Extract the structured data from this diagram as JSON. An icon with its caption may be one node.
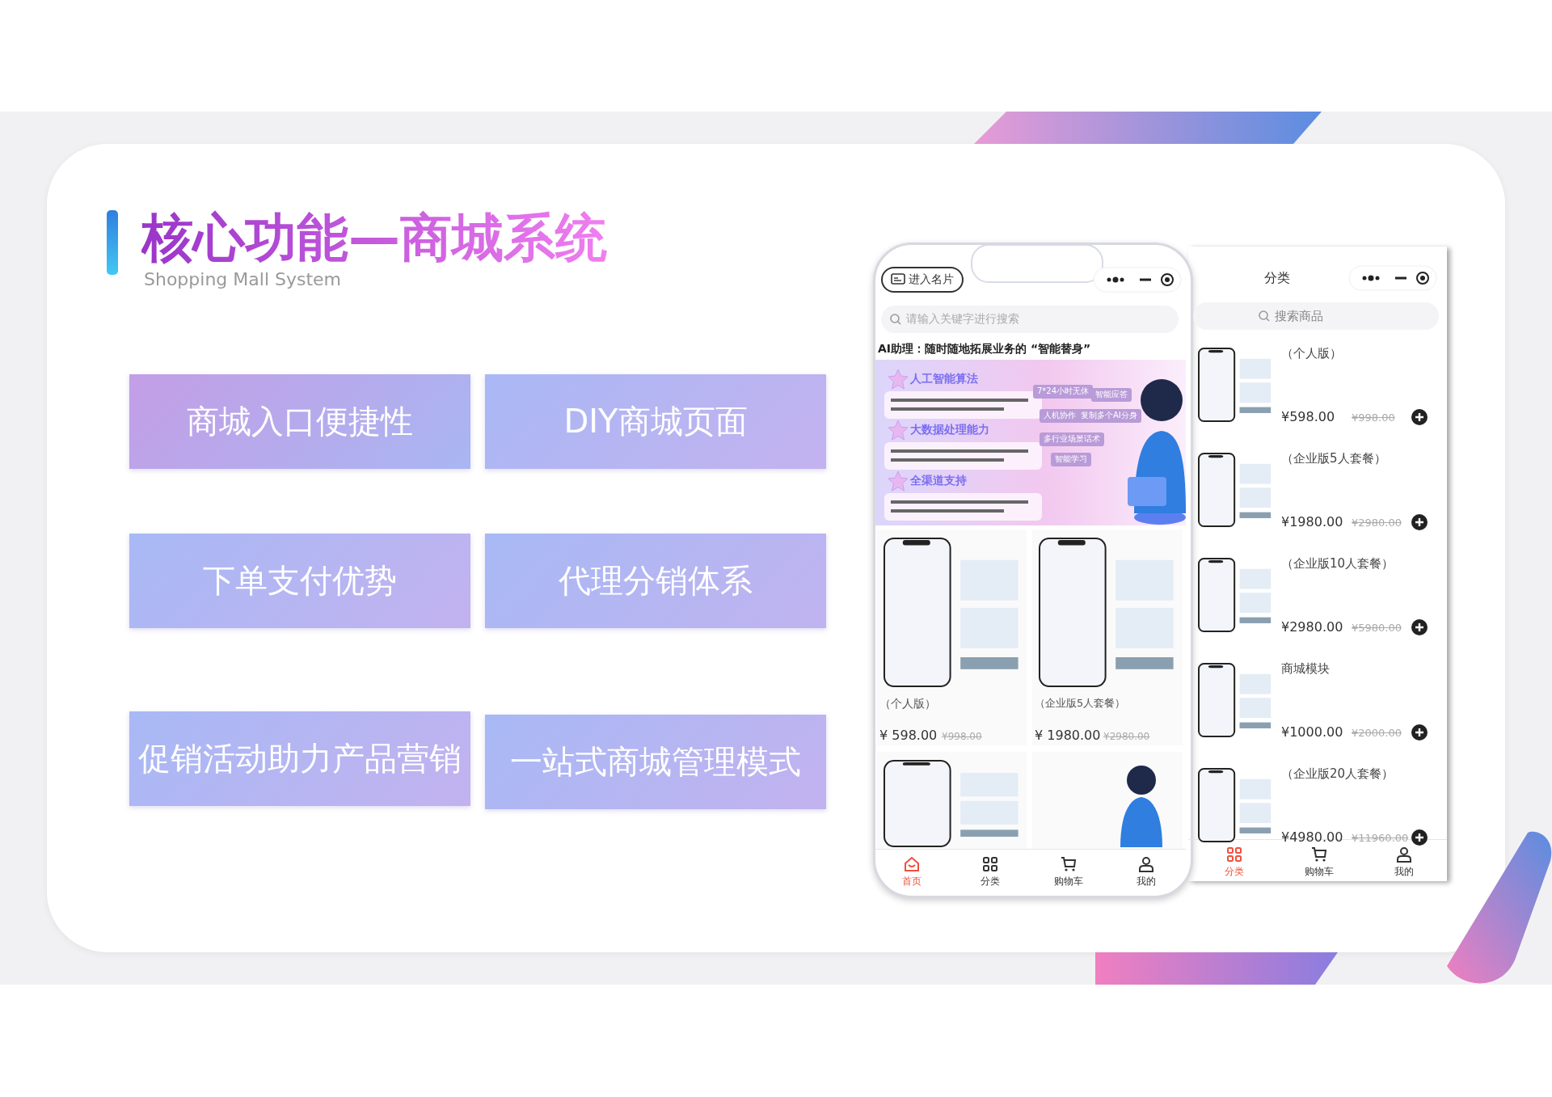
{
  "diagram": {
    "title": "核心功能—商城系统",
    "nodes": [
      {
        "text": [
          "商城入口便捷性"
        ]
      },
      {
        "text": [
          "DIY商城页面"
        ]
      },
      {
        "text": [
          "下单支付优势"
        ]
      },
      {
        "text": [
          "代理分销体系"
        ]
      },
      {
        "text": [
          "促销活动助力产品营销"
        ]
      },
      {
        "text": [
          "一站式商城管理模式"
        ]
      }
    ],
    "labels": [
      "Shopping Mall System",
      "进入名片",
      "请输入关键字进行搜索",
      "AI助理：随时随地拓展业务的 “智能替身”",
      "人工智能算法",
      "大数据处理能力",
      "全渠道支持",
      "7*24小时无休",
      "智能应答",
      "人机协作",
      "复制多个AI分身",
      "多行业场景话术",
      "智能学习",
      "（个人版）",
      "¥ 598.00",
      "¥998.00",
      "（企业版5人套餐）",
      "¥ 1980.00",
      "¥2980.00",
      "首页",
      "分类",
      "购物车",
      "我的",
      "分类",
      "搜索商品",
      "（个人版）",
      "¥598.00",
      "¥998.00",
      "（企业版5人套餐）",
      "¥1980.00",
      "¥2980.00",
      "（企业版10人套餐）",
      "¥2980.00",
      "¥5980.00",
      "商城模块",
      "¥1000.00",
      "¥2000.00",
      "（企业版20人套餐）",
      "¥4980.00",
      "¥11960.00",
      "分类",
      "购物车",
      "我的"
    ]
  }
}
